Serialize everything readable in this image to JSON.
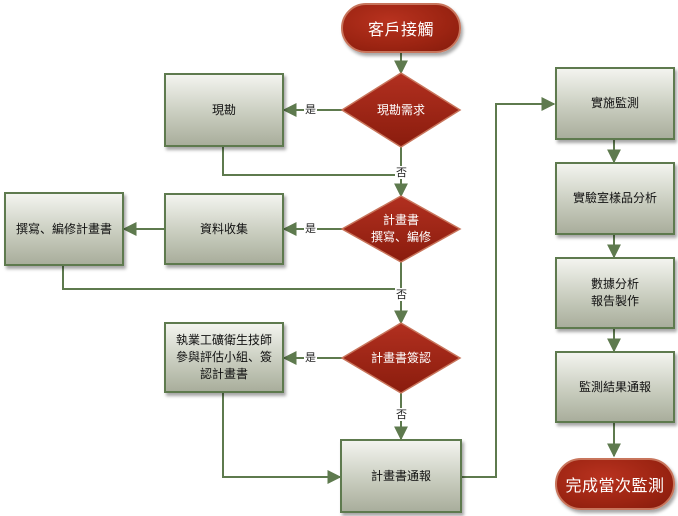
{
  "nodes": {
    "start": "客戶接觸",
    "site_survey_req": "現勘需求",
    "site_survey": "現勘",
    "plan_write_req": "計畫書\n撰寫、編修",
    "data_collect": "資料收集",
    "write_plan": "撰寫、編修計畫書",
    "plan_sign": "計畫書簽認",
    "hygienist": "執業工礦衛生技師\n參與評估小組、簽\n認計畫書",
    "plan_notify": "計畫書通報",
    "do_monitor": "實施監測",
    "lab_analysis": "實驗室樣品分析",
    "data_report": "數據分析\n報告製作",
    "result_notify": "監測結果通報",
    "end": "完成當次監測"
  },
  "edge_labels": {
    "yes": "是",
    "no": "否"
  },
  "colors": {
    "decision": "#9c2412",
    "line": "#5e7a4e",
    "terminal": "#9c2412"
  }
}
